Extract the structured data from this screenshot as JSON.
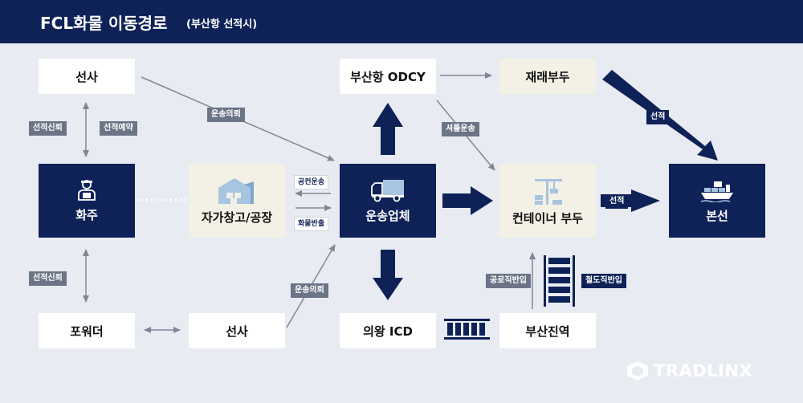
{
  "header": {
    "title": "FCL화물 이동경로",
    "subtitle": "(부산항 선적시)"
  },
  "nodes": {
    "carrier_top": "선사",
    "busan_odcy": "부산항 ODCY",
    "rehandling_pier": "재래부두",
    "shipper": "화주",
    "warehouse": "자가창고/공장",
    "transport_company": "운송업체",
    "container_pier": "컨테이너 부두",
    "main_vessel": "본선",
    "forwarder": "포워더",
    "carrier_bottom": "선사",
    "uiwang_icd": "의왕 ICD",
    "busan_jinyeok": "부산진역"
  },
  "labels": {
    "transport_request_top": "운송의뢰",
    "shuttle_transport": "셔틀운송",
    "loading_top": "선적",
    "booking_request": "선적신뢰",
    "booking_reservation": "선적예약",
    "empty_transport": "공컨운송",
    "cargo_carry_in": "화물반출",
    "loading_mid": "선적",
    "booking_request_bottom": "선적신뢰",
    "transport_request_bottom": "운송의뢰",
    "road_direct_in": "공로직반입",
    "rail_direct_in": "철도직반입"
  },
  "watermark": "TRADLINX",
  "colors": {
    "navy": "#0e2257",
    "cream": "#f3f1e5",
    "gray_label": "#6c7587",
    "background": "#e8ebf2",
    "connector": "#7f8797"
  }
}
